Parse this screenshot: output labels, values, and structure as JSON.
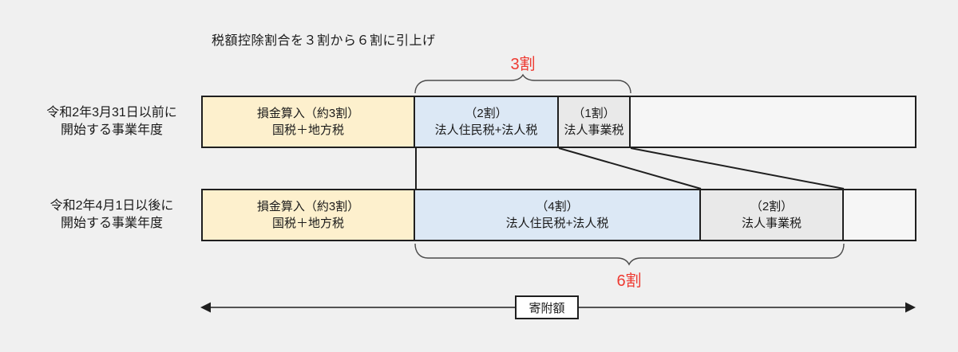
{
  "colors": {
    "background": "#f0f0f0",
    "box-yellow": "#fdf0cd",
    "box-blue": "#dce8f5",
    "box-gray": "#e9e9e9",
    "box-empty": "#f6f6f6",
    "border": "#1f1f1f",
    "brace": "#4a4a4a",
    "accent-red": "#ee3a31"
  },
  "header": {
    "note": "税額控除割合を３割から６割に引上げ"
  },
  "braces": {
    "top_label": "3割",
    "bottom_label": "6割"
  },
  "rows": [
    {
      "label_line1": "令和2年3月31日以前に",
      "label_line2": "開始する事業年度",
      "segments": [
        {
          "line1": "損金算入（約3割）",
          "line2": "国税＋地方税"
        },
        {
          "line1": "（2割）",
          "line2": "法人住民税+法人税"
        },
        {
          "line1": "（1割）",
          "line2": "法人事業税"
        },
        {
          "line1": "",
          "line2": ""
        }
      ]
    },
    {
      "label_line1": "令和2年4月1日以後に",
      "label_line2": "開始する事業年度",
      "segments": [
        {
          "line1": "損金算入（約3割）",
          "line2": "国税＋地方税"
        },
        {
          "line1": "（4割）",
          "line2": "法人住民税+法人税"
        },
        {
          "line1": "（2割）",
          "line2": "法人事業税"
        },
        {
          "line1": "",
          "line2": ""
        }
      ]
    }
  ],
  "footer": {
    "axis_label": "寄附額"
  }
}
